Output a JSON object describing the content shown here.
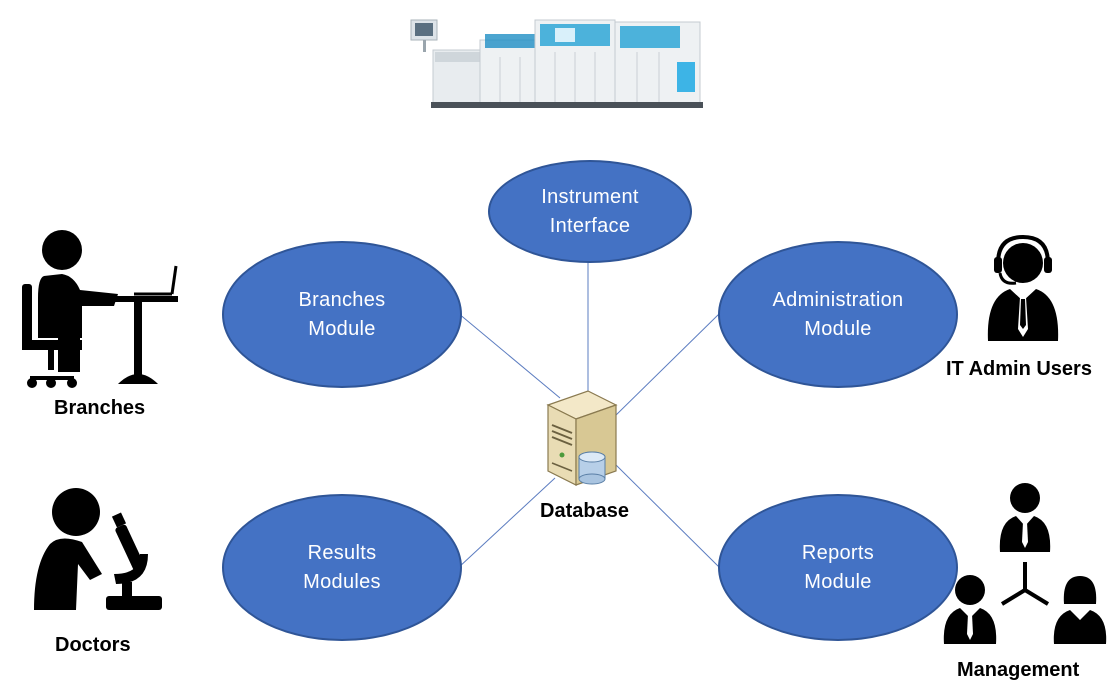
{
  "diagram": {
    "modules": {
      "instrument": {
        "line1": "Instrument",
        "line2": "Interface"
      },
      "branches": {
        "line1": "Branches",
        "line2": "Module"
      },
      "administration": {
        "line1": "Administration",
        "line2": "Module"
      },
      "results": {
        "line1": "Results",
        "line2": "Modules"
      },
      "reports": {
        "line1": "Reports",
        "line2": "Module"
      }
    },
    "center": {
      "label": "Database"
    },
    "actors": {
      "branches": "Branches",
      "doctors": "Doctors",
      "it_admin": "IT Admin Users",
      "management": "Management"
    }
  },
  "colors": {
    "node_fill": "#4472c4",
    "node_border": "#2f5597",
    "connector": "#4a6fb5"
  }
}
